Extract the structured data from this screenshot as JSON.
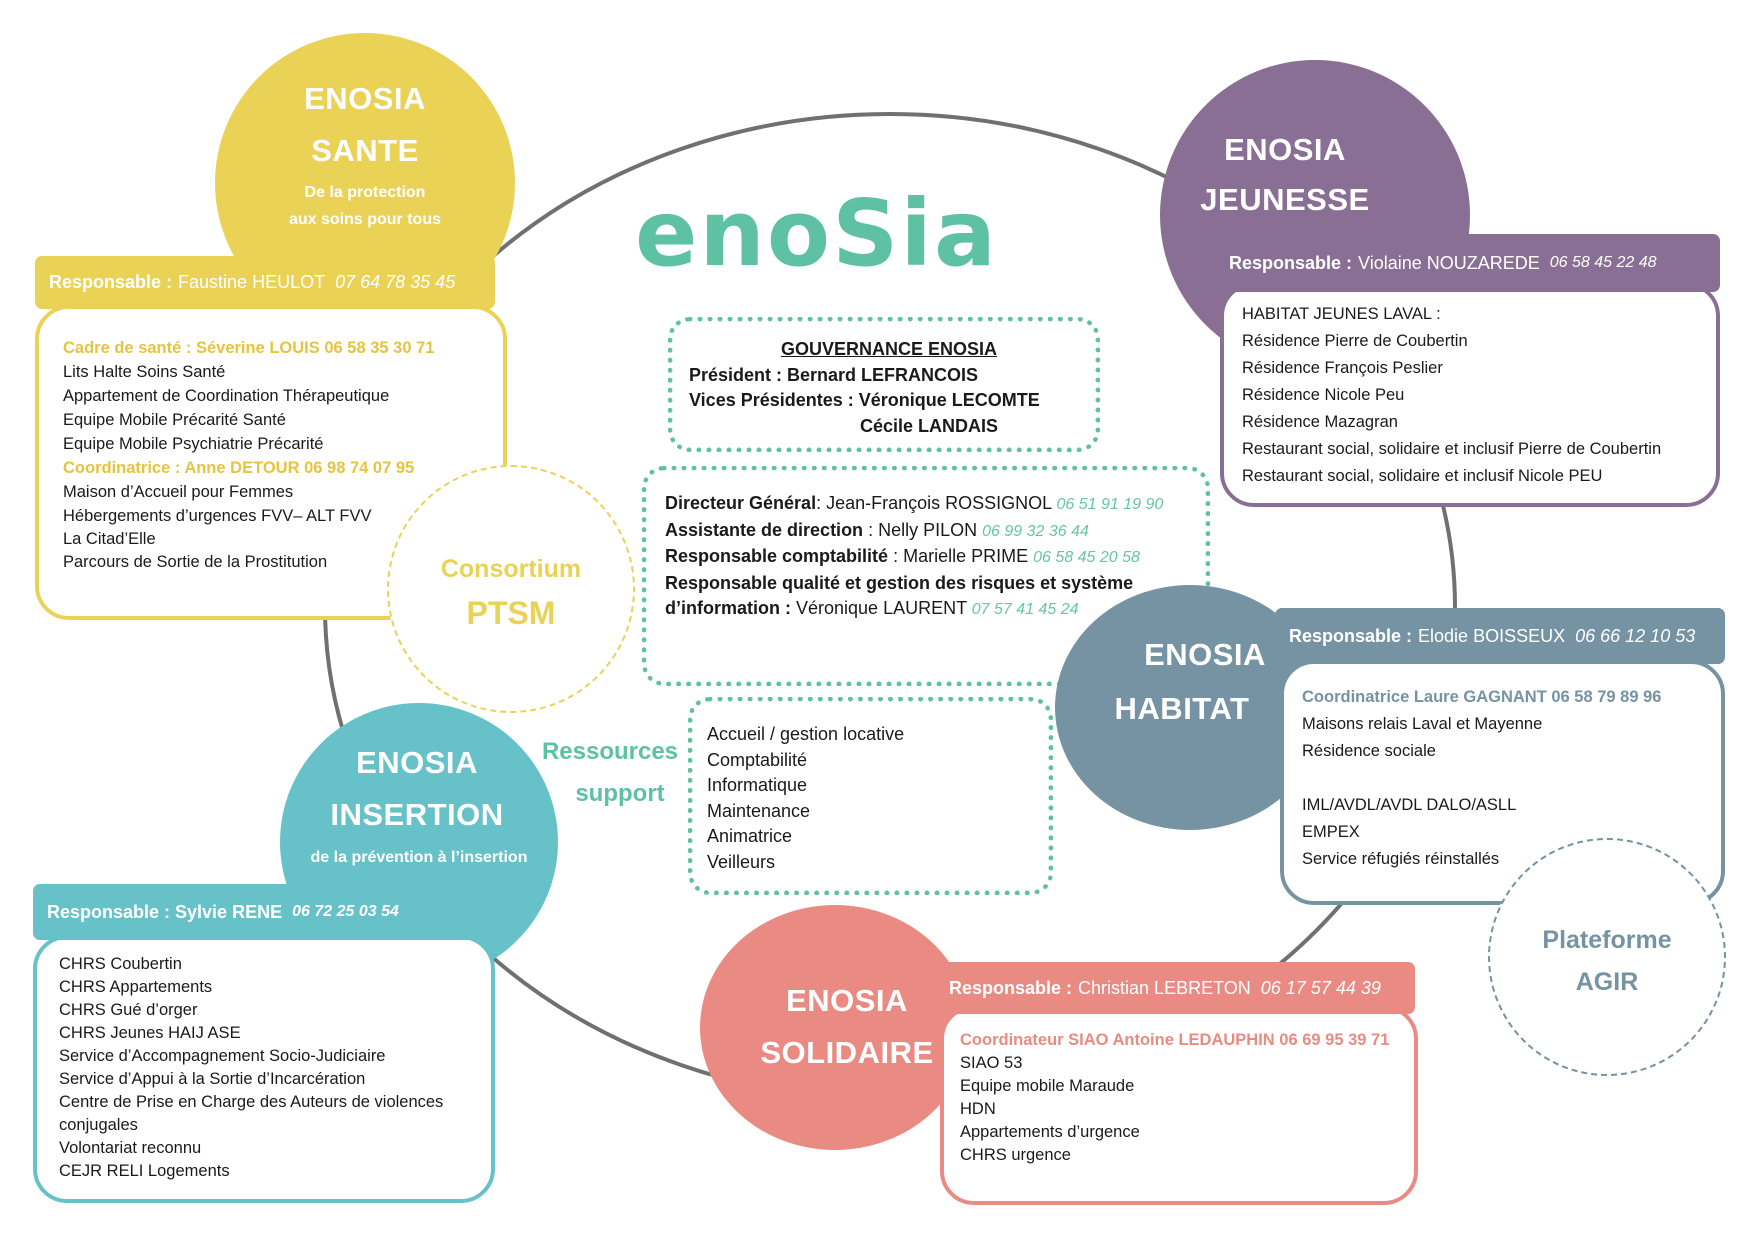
{
  "logo": "enoSia",
  "colors": {
    "sante": "#ead257",
    "jeunesse": "#8a6f94",
    "habitat": "#7693a3",
    "insertion": "#66c2c8",
    "solidaire": "#e98b82",
    "green": "#5fc1a3"
  },
  "sante": {
    "title1": "ENOSIA",
    "title2": "SANTE",
    "sub1": "De la protection",
    "sub2": "aux soins pour tous",
    "resp_label": "Responsable :",
    "resp_name": "Faustine HEULOT",
    "resp_phone": "07 64 78 35 45",
    "items": [
      "Cadre de santé : Séverine LOUIS 06 58 35 30 71",
      "Lits Halte Soins Santé",
      "Appartement de Coordination Thérapeutique",
      "Equipe Mobile Précarité Santé",
      "Equipe Mobile Psychiatrie Précarité",
      "Coordinatrice : Anne DETOUR    06 98 74 07 95",
      "Maison d’Accueil pour Femmes",
      "Hébergements d’urgences FVV– ALT FVV",
      "La Citad’Elle",
      "Parcours de Sortie de la Prostitution"
    ]
  },
  "consortium": {
    "line1": "Consortium",
    "line2": "PTSM"
  },
  "jeunesse": {
    "title1": "ENOSIA",
    "title2": "JEUNESSE",
    "resp_label": "Responsable :",
    "resp_name": "Violaine NOUZAREDE",
    "resp_phone": "06 58 45 22 48",
    "items": [
      "HABITAT JEUNES LAVAL :",
      "Résidence Pierre de Coubertin",
      "Résidence François Peslier",
      "Résidence Nicole Peu",
      "Résidence Mazagran",
      "Restaurant social, solidaire et inclusif Pierre de Coubertin",
      "Restaurant social, solidaire et inclusif Nicole PEU"
    ]
  },
  "gouvernance": {
    "title": "GOUVERNANCE ENOSIA",
    "line1": "Président : Bernard LEFRANCOIS",
    "line2": "Vices Présidentes : Véronique LECOMTE",
    "line3": "Cécile LANDAIS"
  },
  "direction": {
    "dg_label": "Directeur Général",
    "dg_name": ": Jean-François ROSSIGNOL",
    "dg_phone": "06 51 91 19 90",
    "ad_label": "Assistante de direction",
    "ad_name": ": Nelly PILON",
    "ad_phone": "06 99 32 36 44",
    "rc_label": "Responsable comptabilité",
    "rc_name": ": Marielle PRIME",
    "rc_phone": "06 58 45 20 58",
    "rq_label1": "Responsable qualité et gestion des risques et système",
    "rq_label2": "d’information :",
    "rq_name": "Véronique LAURENT",
    "rq_phone": "07 57 41  45 24"
  },
  "ressources": {
    "label1": "Ressources",
    "label2": "support",
    "items": [
      "Accueil / gestion locative",
      "Comptabilité",
      "Informatique",
      "Maintenance",
      "Animatrice",
      "Veilleurs"
    ]
  },
  "habitat": {
    "title1": "ENOSIA",
    "title2": "HABITAT",
    "resp_label": "Responsable :",
    "resp_name": "Elodie BOISSEUX",
    "resp_phone": "06 66 12 10 53",
    "coord": "Coordinatrice Laure GAGNANT 06 58 79 89 96",
    "items": [
      "Maisons relais Laval et Mayenne",
      "Résidence sociale",
      "",
      "IML/AVDL/AVDL DALO/ASLL",
      "EMPEX",
      "Service réfugiés réinstallés"
    ]
  },
  "agir": {
    "line1": "Plateforme",
    "line2": "AGIR"
  },
  "insertion": {
    "title1": "ENOSIA",
    "title2": "INSERTION",
    "sub": "de la prévention à l’insertion",
    "resp_label": "Responsable : Sylvie RENE",
    "resp_phone": "06 72 25  03 54",
    "items": [
      "CHRS Coubertin",
      "CHRS Appartements",
      "CHRS Gué d’orger",
      "CHRS Jeunes HAIJ ASE",
      "Service d’Accompagnement Socio-Judiciaire",
      "Service d’Appui à la Sortie d’Incarcération",
      "Centre de Prise en Charge des Auteurs de violences",
      "conjugales",
      "Volontariat reconnu",
      "CEJR RELI Logements"
    ]
  },
  "solidaire": {
    "title1": "ENOSIA",
    "title2": "SOLIDAIRE",
    "resp_label": "Responsable :",
    "resp_name": "Christian LEBRETON",
    "resp_phone": "06 17 57 44 39",
    "coord": "Coordinateur SIAO Antoine LEDAUPHIN   06 69 95 39 71",
    "items": [
      "SIAO 53",
      "Equipe mobile Maraude",
      "HDN",
      "Appartements d’urgence",
      "CHRS urgence"
    ]
  }
}
